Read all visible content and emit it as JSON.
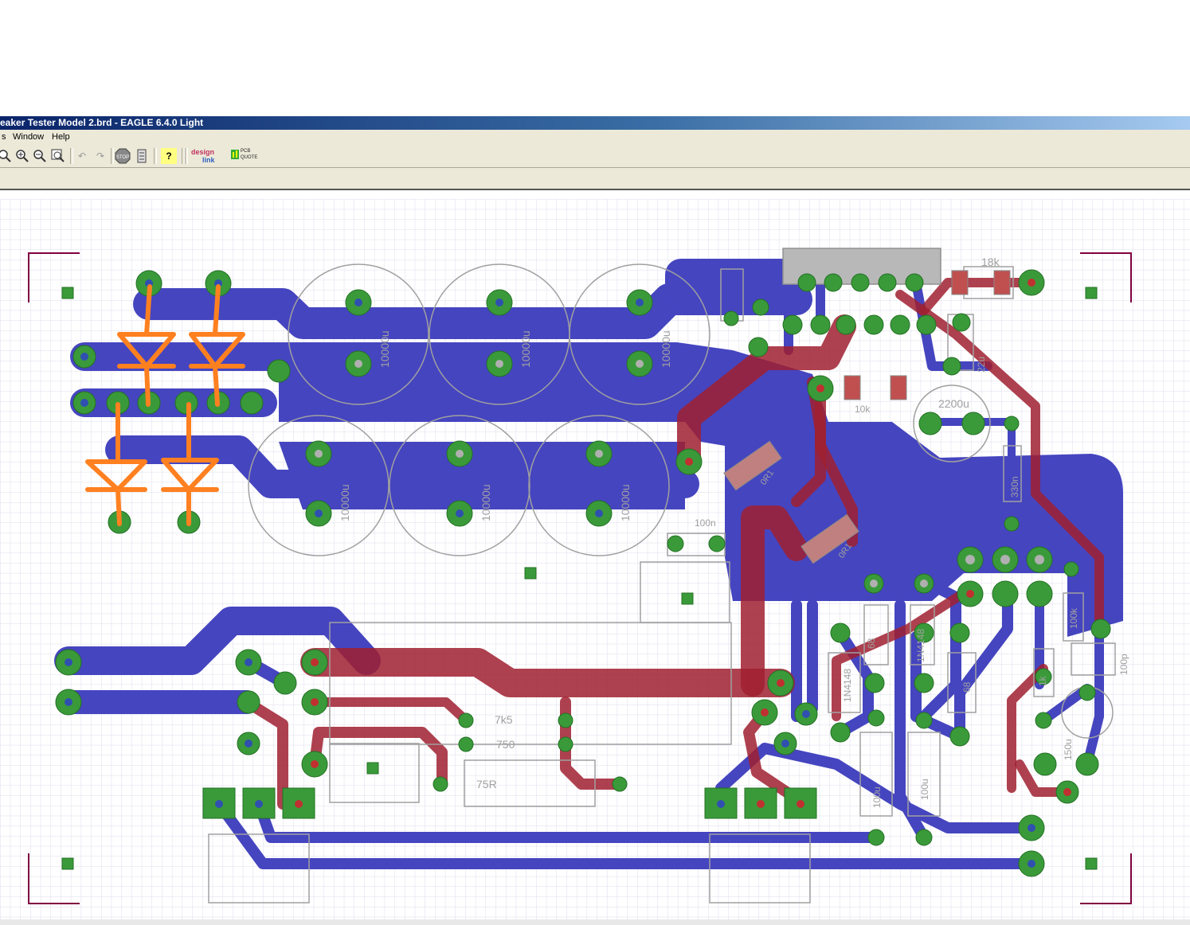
{
  "window": {
    "title": "eaker Tester Model 2.brd - EAGLE 6.4.0 Light"
  },
  "menu": {
    "items": [
      "s",
      "Window",
      "Help"
    ]
  },
  "toolbar": {
    "icons": [
      "zoom-fit-icon",
      "zoom-in-icon",
      "zoom-out-icon",
      "zoom-select-icon",
      "undo-icon",
      "redo-icon",
      "stop-icon",
      "script-icon",
      "help-icon",
      "designlink-icon",
      "pcb-quote-icon"
    ],
    "help_label": "?",
    "stop_label": "STOP",
    "designlink_label_1": "design",
    "designlink_label_2": "link",
    "pcbquote_label_1": "PCB",
    "pcbquote_label_2": "QUOTE"
  },
  "colors": {
    "top_layer": "#c03030",
    "bottom_layer": "#3a3acc",
    "pad": "#3a9a3a",
    "dimension": "#800040",
    "silkscreen": "#a0a0a0",
    "annotation": "#ff8020",
    "grid": "#d8d8e8"
  },
  "components": {
    "cap_big_1": "10000u",
    "cap_big_2": "10000u",
    "cap_big_3": "10000u",
    "cap_big_4": "10000u",
    "cap_big_5": "10000u",
    "cap_big_6": "10000u",
    "r_18k": "18k",
    "c_2200u": "2200u",
    "c_22u": "22u",
    "r_10k": "10k",
    "c_330n": "330n",
    "c_100n": "100n",
    "r_0r1a": "0R1",
    "r_0r1b": "0R1",
    "r_7k5": "7k5",
    "r_750": "750",
    "r_75r": "75R",
    "d_1n4148a": "1N4148",
    "d_1n4148b": "1N4148",
    "r_68": "68",
    "r_68b": "68",
    "r_100k": "100k",
    "c_100p": "100p",
    "c_150u": "150u",
    "c_100u": "100u",
    "c_100ub": "100u",
    "r_1k": "1k"
  }
}
